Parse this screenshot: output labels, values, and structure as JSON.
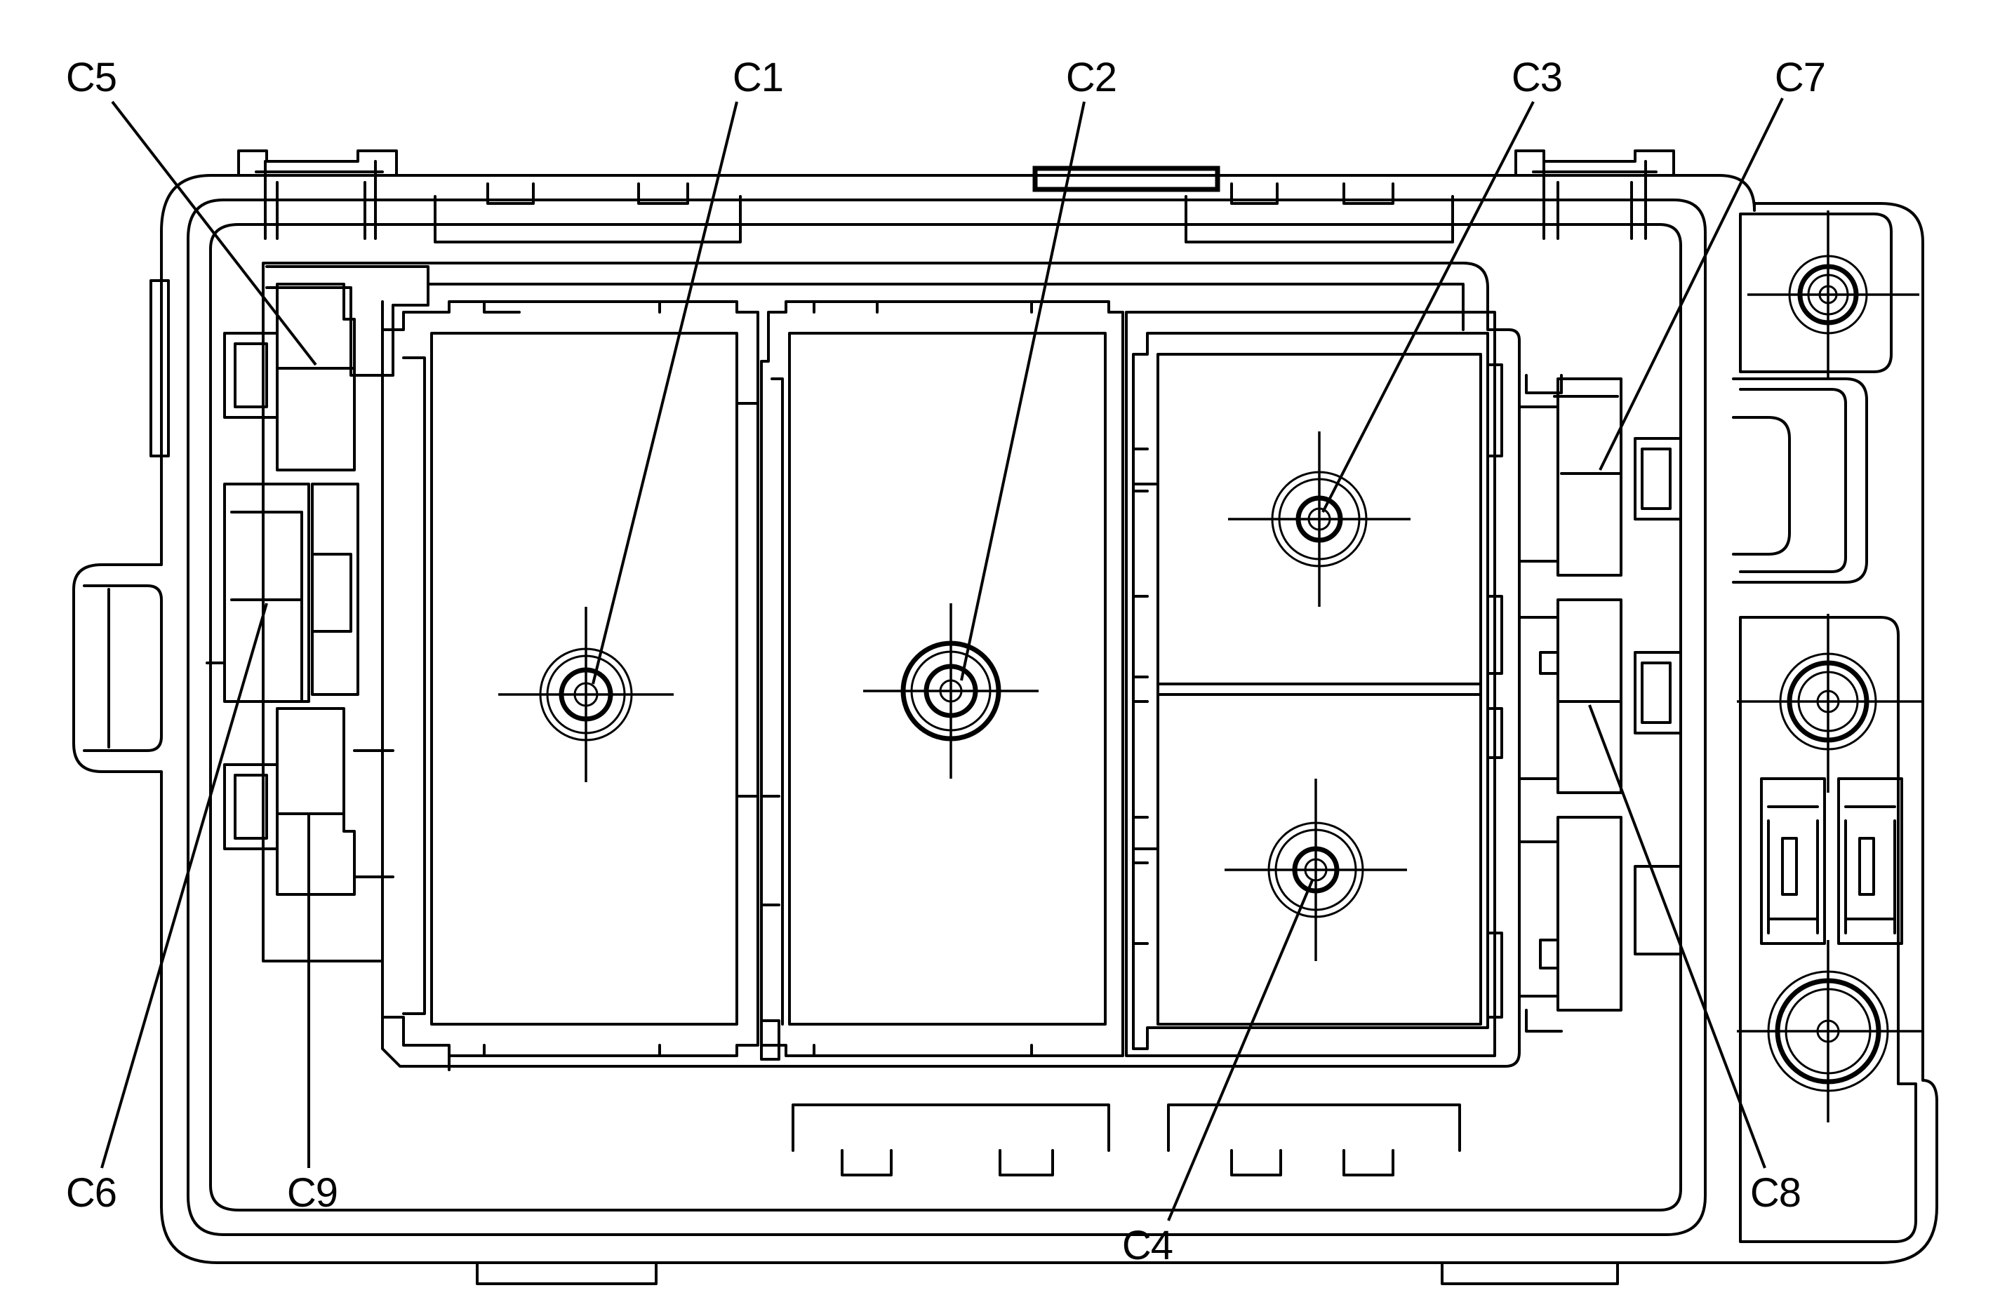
{
  "figure": {
    "connectors": [
      {
        "id": "c1",
        "label": "C1"
      },
      {
        "id": "c2",
        "label": "C2"
      },
      {
        "id": "c3",
        "label": "C3"
      },
      {
        "id": "c4",
        "label": "C4"
      },
      {
        "id": "c5",
        "label": "C5"
      },
      {
        "id": "c6",
        "label": "C6"
      },
      {
        "id": "c7",
        "label": "C7"
      },
      {
        "id": "c8",
        "label": "C8"
      },
      {
        "id": "c9",
        "label": "C9"
      }
    ]
  }
}
